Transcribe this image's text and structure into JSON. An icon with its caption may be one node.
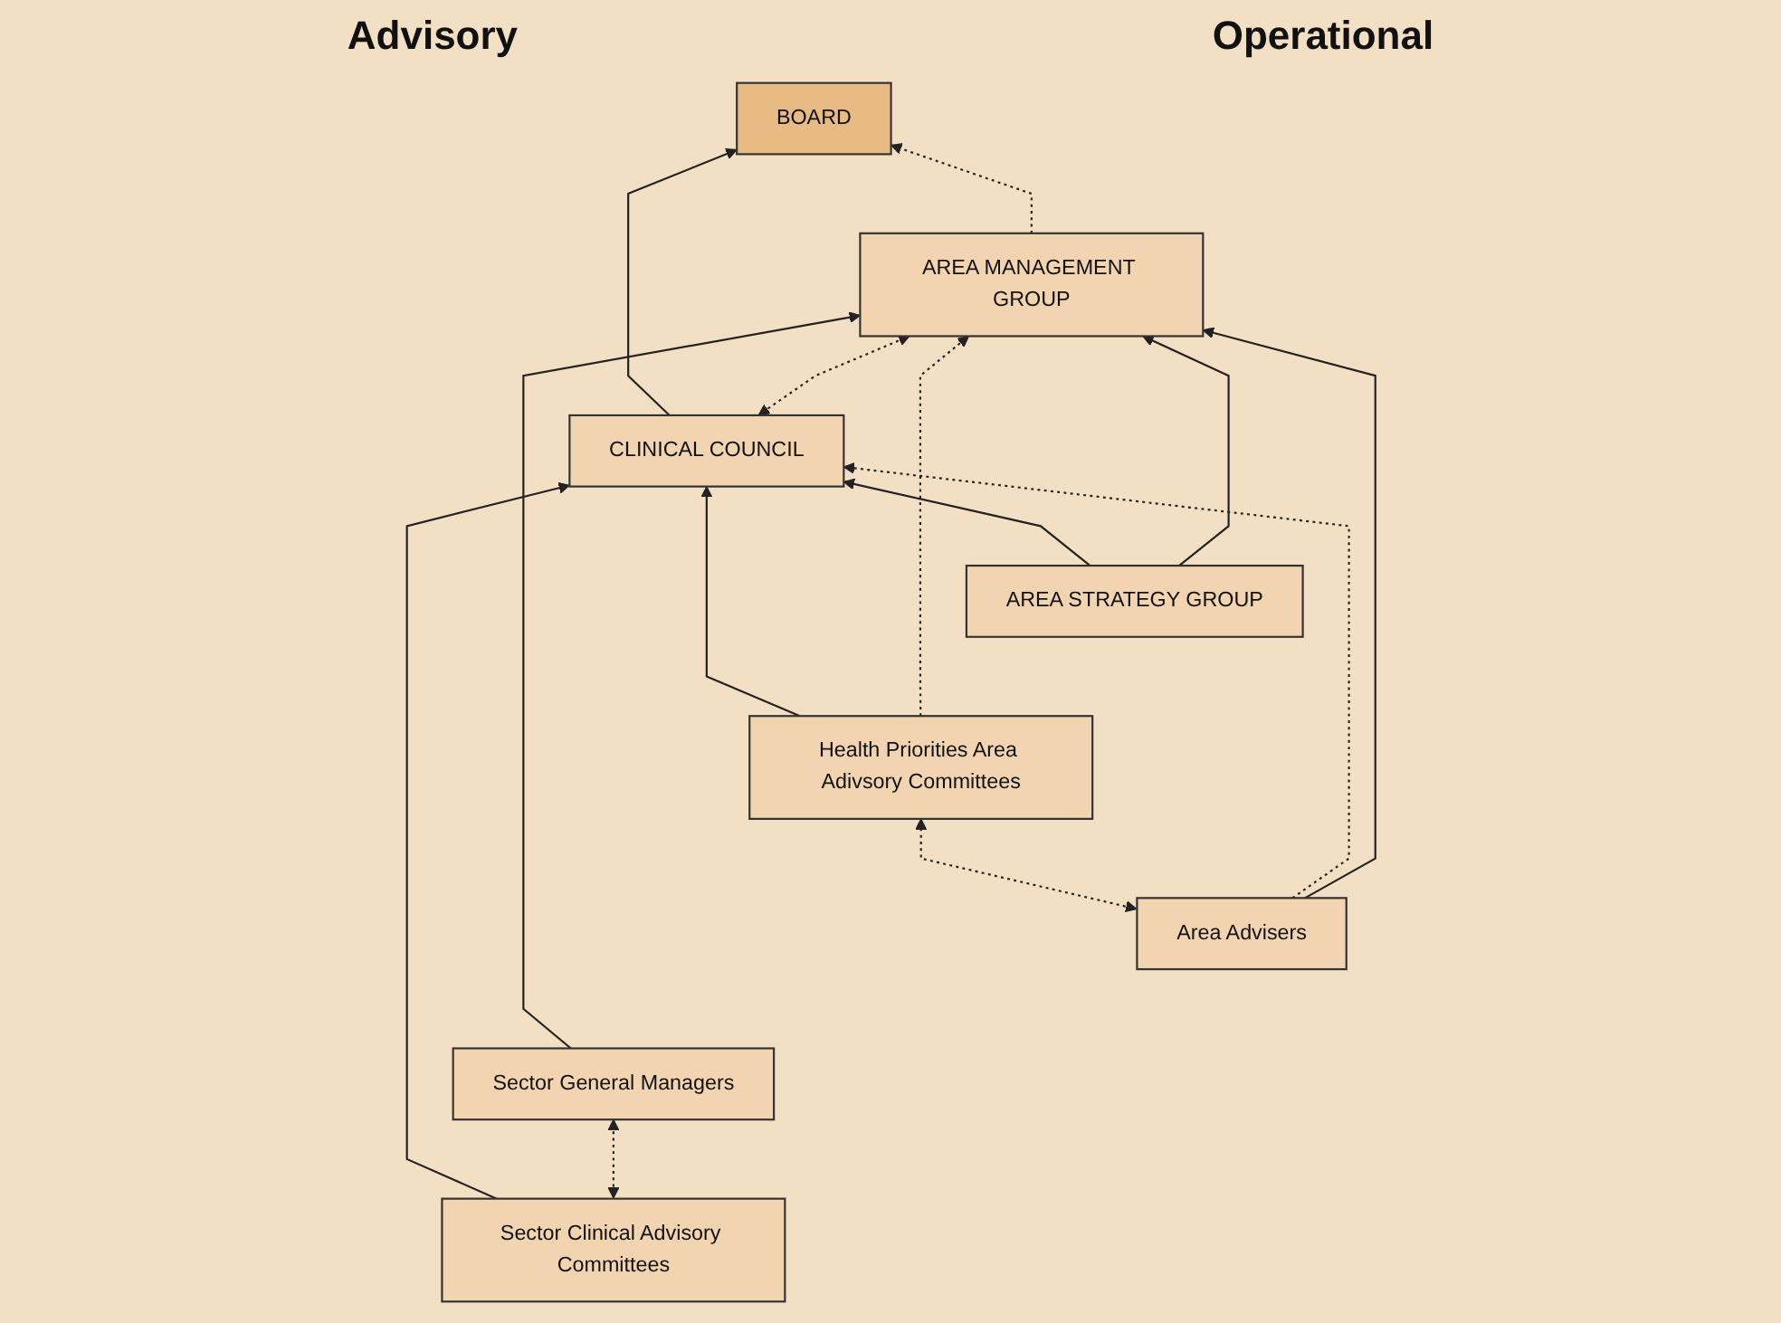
{
  "diagram": {
    "nodes": [
      {
        "text": [
          "BOARD"
        ]
      },
      {
        "text": [
          "CLINICAL COUNCIL"
        ]
      },
      {
        "text": [
          "AREA MANAGEMENT GROUP"
        ]
      },
      {
        "text": [
          "AREA STRATEGY GROUP"
        ]
      },
      {
        "text": [
          "Health Priorities Area Adivsory Committees"
        ]
      },
      {
        "text": [
          "Area Advisers"
        ]
      },
      {
        "text": [
          "Sector Clinical Advisory Committees"
        ]
      },
      {
        "text": [
          "Sector General Managers"
        ]
      }
    ],
    "edges": [
      {
        "from": 1,
        "to": 0,
        "arrow": "to"
      },
      {
        "from": 2,
        "to": 0,
        "arrow": "to",
        "style": "dashed"
      },
      {
        "from": 1,
        "to": 2,
        "arrow": "both",
        "style": "dashed"
      },
      {
        "from": 3,
        "to": 1,
        "arrow": "to"
      },
      {
        "from": 3,
        "to": 2,
        "arrow": "to"
      },
      {
        "from": 4,
        "to": 1,
        "arrow": "to"
      },
      {
        "from": 4,
        "to": 2,
        "arrow": "to",
        "style": "dashed"
      },
      {
        "from": 5,
        "to": 4,
        "arrow": "both",
        "style": "dashed"
      },
      {
        "from": 5,
        "to": 1,
        "arrow": "to",
        "style": "dashed"
      },
      {
        "from": 5,
        "to": 2,
        "arrow": "to"
      },
      {
        "from": 6,
        "to": 1,
        "arrow": "to"
      },
      {
        "from": 6,
        "to": 7,
        "arrow": "both",
        "style": "dashed"
      },
      {
        "from": 7,
        "to": 2,
        "arrow": "to"
      }
    ],
    "labels": [
      "Advisory",
      "Operational"
    ]
  }
}
